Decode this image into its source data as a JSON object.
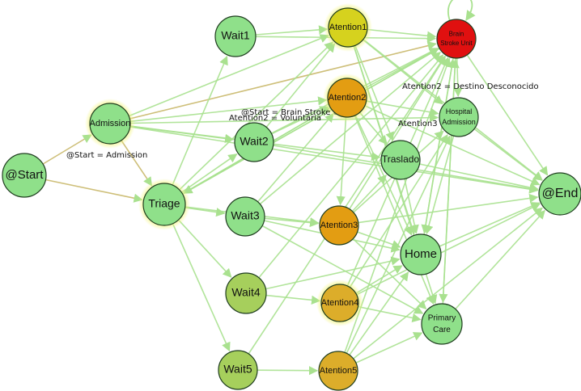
{
  "colors": {
    "edge": "#a9e18f",
    "edge_admission": "#c9b86a",
    "node_green": "#8fe08a",
    "node_olive": "#a6cf5c",
    "node_yellow": "#d6d21e",
    "node_orange": "#e39d12",
    "node_amber": "#dcad2a",
    "node_red": "#e01010",
    "glow_yellow": "#f3f57a",
    "stroke": "#1f3d1f"
  },
  "nodes": [
    {
      "id": "start",
      "label": "@Start"
    },
    {
      "id": "admission",
      "label": "Admission"
    },
    {
      "id": "triage",
      "label": "Triage"
    },
    {
      "id": "wait1",
      "label": "Wait1"
    },
    {
      "id": "wait2",
      "label": "Wait2"
    },
    {
      "id": "wait3",
      "label": "Wait3"
    },
    {
      "id": "wait4",
      "label": "Wait4"
    },
    {
      "id": "wait5",
      "label": "Wait5"
    },
    {
      "id": "atention1",
      "label": "Atention1"
    },
    {
      "id": "atention2",
      "label": "Atention2"
    },
    {
      "id": "atention3",
      "label": "Atention3"
    },
    {
      "id": "atention4",
      "label": "Atention4"
    },
    {
      "id": "atention5",
      "label": "Atention5"
    },
    {
      "id": "brain_stroke_unit",
      "label_lines": [
        "Brain",
        "Stroke Unit"
      ]
    },
    {
      "id": "hospital_admission",
      "label_lines": [
        "Hospital",
        "Admission"
      ]
    },
    {
      "id": "traslado",
      "label": "Traslado"
    },
    {
      "id": "home",
      "label": "Home"
    },
    {
      "id": "primary_care",
      "label_lines": [
        "Primary",
        "Care"
      ]
    },
    {
      "id": "end",
      "label": "@End"
    }
  ],
  "edges": [
    [
      "start",
      "admission"
    ],
    [
      "start",
      "triage"
    ],
    [
      "admission",
      "triage"
    ],
    [
      "admission",
      "atention1"
    ],
    [
      "admission",
      "atention2"
    ],
    [
      "admission",
      "brain_stroke_unit"
    ],
    [
      "admission",
      "hospital_admission"
    ],
    [
      "admission",
      "end"
    ],
    [
      "admission",
      "wait2"
    ],
    [
      "admission",
      "traslado"
    ],
    [
      "triage",
      "wait1"
    ],
    [
      "triage",
      "wait2"
    ],
    [
      "triage",
      "wait3"
    ],
    [
      "triage",
      "wait4"
    ],
    [
      "triage",
      "wait5"
    ],
    [
      "triage",
      "atention1"
    ],
    [
      "triage",
      "atention2"
    ],
    [
      "triage",
      "atention3"
    ],
    [
      "triage",
      "brain_stroke_unit"
    ],
    [
      "wait1",
      "atention1"
    ],
    [
      "wait1",
      "brain_stroke_unit"
    ],
    [
      "wait2",
      "atention2"
    ],
    [
      "wait2",
      "atention1"
    ],
    [
      "wait2",
      "end"
    ],
    [
      "wait2",
      "brain_stroke_unit"
    ],
    [
      "wait3",
      "atention3"
    ],
    [
      "wait3",
      "atention2"
    ],
    [
      "wait3",
      "brain_stroke_unit"
    ],
    [
      "wait3",
      "home"
    ],
    [
      "wait3",
      "primary_care"
    ],
    [
      "wait4",
      "atention4"
    ],
    [
      "wait4",
      "brain_stroke_unit"
    ],
    [
      "wait4",
      "home"
    ],
    [
      "wait5",
      "atention5"
    ],
    [
      "wait5",
      "brain_stroke_unit"
    ],
    [
      "atention1",
      "brain_stroke_unit"
    ],
    [
      "atention1",
      "hospital_admission"
    ],
    [
      "atention1",
      "traslado"
    ],
    [
      "atention1",
      "home"
    ],
    [
      "atention1",
      "end"
    ],
    [
      "atention1",
      "primary_care"
    ],
    [
      "atention2",
      "brain_stroke_unit"
    ],
    [
      "atention2",
      "hospital_admission"
    ],
    [
      "atention2",
      "traslado"
    ],
    [
      "atention2",
      "home"
    ],
    [
      "atention2",
      "end"
    ],
    [
      "atention2",
      "primary_care"
    ],
    [
      "atention2",
      "atention3"
    ],
    [
      "atention2",
      "triage"
    ],
    [
      "atention3",
      "brain_stroke_unit"
    ],
    [
      "atention3",
      "hospital_admission"
    ],
    [
      "atention3",
      "home"
    ],
    [
      "atention3",
      "end"
    ],
    [
      "atention3",
      "primary_care"
    ],
    [
      "atention3",
      "traslado"
    ],
    [
      "atention4",
      "brain_stroke_unit"
    ],
    [
      "atention4",
      "hospital_admission"
    ],
    [
      "atention4",
      "home"
    ],
    [
      "atention4",
      "end"
    ],
    [
      "atention4",
      "primary_care"
    ],
    [
      "atention5",
      "brain_stroke_unit"
    ],
    [
      "atention5",
      "hospital_admission"
    ],
    [
      "atention5",
      "home"
    ],
    [
      "atention5",
      "end"
    ],
    [
      "atention5",
      "primary_care"
    ],
    [
      "brain_stroke_unit",
      "end"
    ],
    [
      "brain_stroke_unit",
      "home"
    ],
    [
      "brain_stroke_unit",
      "primary_care"
    ],
    [
      "brain_stroke_unit",
      "hospital_admission"
    ],
    [
      "brain_stroke_unit",
      "triage"
    ],
    [
      "hospital_admission",
      "end"
    ],
    [
      "hospital_admission",
      "home"
    ],
    [
      "traslado",
      "end"
    ],
    [
      "traslado",
      "home"
    ],
    [
      "home",
      "end"
    ],
    [
      "primary_care",
      "end"
    ],
    [
      "primary_care",
      "brain_stroke_unit"
    ],
    [
      "home",
      "brain_stroke_unit"
    ]
  ],
  "edge_labels": [
    {
      "id": "start_admission",
      "text": "@Start = Admission"
    },
    {
      "id": "start_brain",
      "text": "@Start = Brain Stroke Unit"
    },
    {
      "id": "atention2_voluntaria",
      "text": "Atention2 = Voluntaria"
    },
    {
      "id": "atention2_destino",
      "text": "Atention2 = Destino Desconocido"
    },
    {
      "id": "atention3_hosp",
      "text": "Atention3 ="
    }
  ]
}
